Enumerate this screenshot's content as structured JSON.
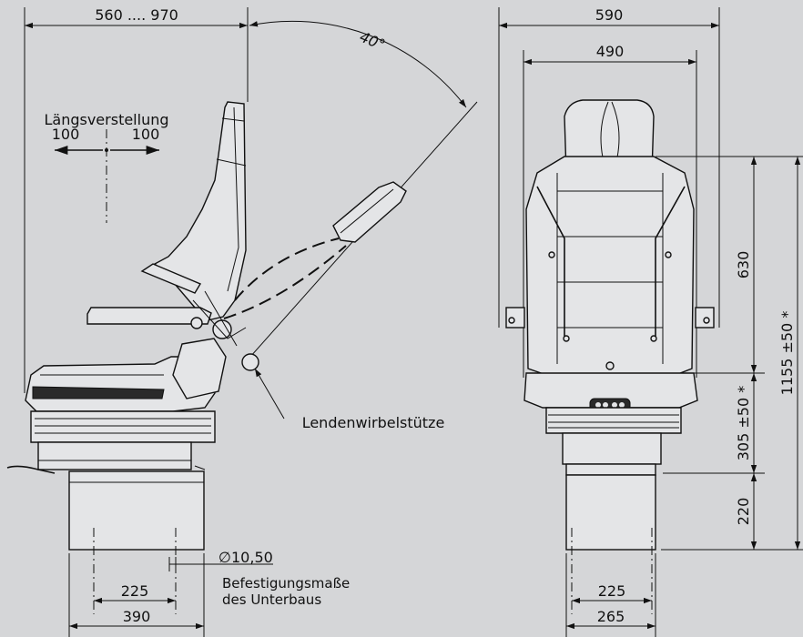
{
  "side_view": {
    "width_range": "560 .... 970",
    "angle": "40°",
    "longitudinal_label": "Längsverstellung",
    "longitudinal_left": "100",
    "longitudinal_right": "100",
    "lumbar_label": "Lendenwirbelstütze",
    "diameter": "10,50",
    "mounting_line1": "Befestigungsmaße",
    "mounting_line2": "des Unterbaus",
    "base_inner": "225",
    "base_outer": "390"
  },
  "front_view": {
    "total_width": "590",
    "seat_width": "490",
    "backrest_height": "630",
    "seat_height": "305 ±50 *",
    "total_height": "1155 ±50 *",
    "base_height": "220",
    "base_inner": "225",
    "base_outer": "265"
  }
}
